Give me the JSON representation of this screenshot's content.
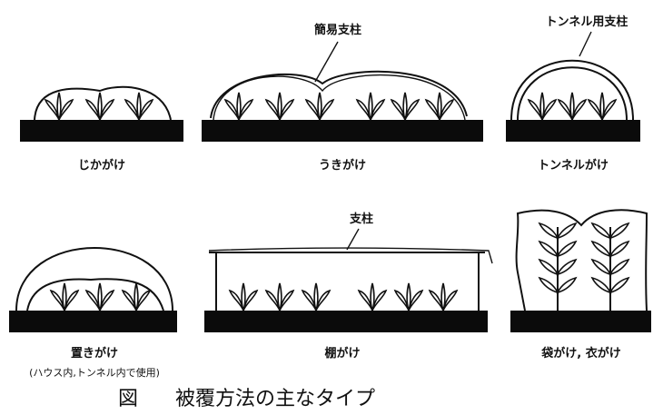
{
  "diagrams": {
    "jika": {
      "label": "じかがけ"
    },
    "uki": {
      "label": "うきがけ",
      "callout": "簡易支柱"
    },
    "tunnel": {
      "label": "トンネルがけ",
      "callout": "トンネル用支柱"
    },
    "oki": {
      "label": "置きがけ",
      "note": "(ハウス内,トンネル内で使用)"
    },
    "tana": {
      "label": "棚がけ",
      "callout": "支柱"
    },
    "fukuro": {
      "label": "袋がけ, 衣がけ"
    }
  },
  "caption": {
    "prefix": "図",
    "title": "被覆方法の主なタイプ"
  }
}
